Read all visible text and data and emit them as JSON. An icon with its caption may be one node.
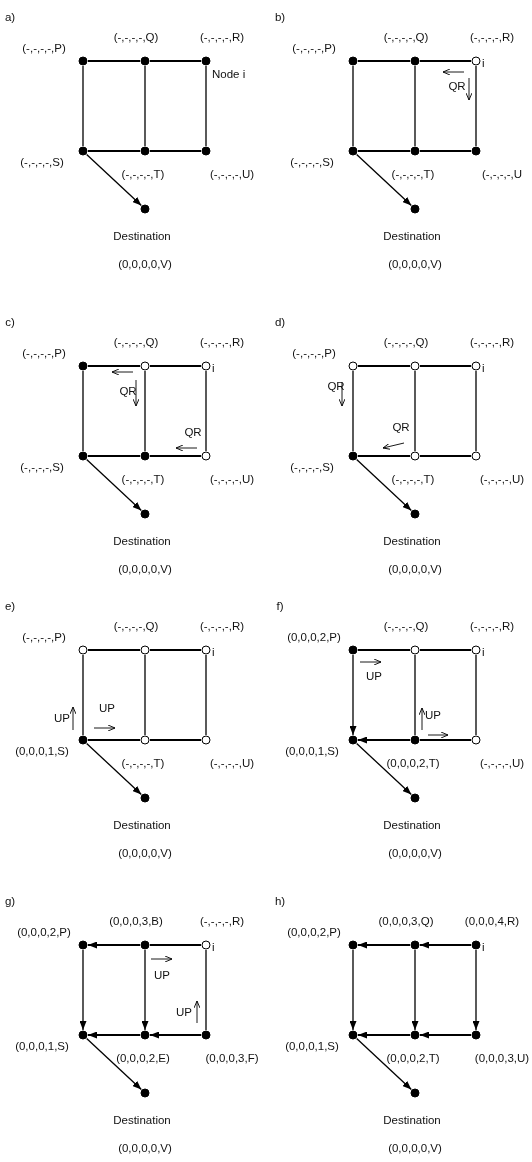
{
  "diagram": {
    "nodes": [
      {
        "text": [],
        "shape": "circle",
        "beside": [
          "(-,-,-,-,P)"
        ]
      },
      {
        "text": [],
        "shape": "circle",
        "beside": [
          "(-,-,-,-,Q)"
        ]
      },
      {
        "text": [],
        "shape": "circle",
        "beside": [
          "(-,-,-,-,R)",
          "Node i"
        ]
      },
      {
        "text": [],
        "shape": "circle",
        "beside": [
          "(-,-,-,-,S)"
        ]
      },
      {
        "text": [],
        "shape": "circle",
        "beside": [
          "(-,-,-,-,T)"
        ]
      },
      {
        "text": [],
        "shape": "circle",
        "beside": [
          "(-,-,-,-,U)"
        ]
      },
      {
        "text": [],
        "shape": "circle",
        "beside": [
          "Destination",
          "(0,0,0,0,V)"
        ]
      },
      {
        "text": [],
        "shape": "circle",
        "beside": [
          "(-,-,-,-,P)"
        ]
      },
      {
        "text": [],
        "shape": "circle",
        "beside": [
          "(-,-,-,-,Q)"
        ]
      },
      {
        "text": [],
        "shape": "circle",
        "beside": [
          "(-,-,-,-,R)",
          "i"
        ]
      },
      {
        "text": [],
        "shape": "circle",
        "beside": [
          "(-,-,-,-,S)"
        ]
      },
      {
        "text": [],
        "shape": "circle",
        "beside": [
          "(-,-,-,-,T)"
        ]
      },
      {
        "text": [],
        "shape": "circle",
        "beside": [
          "(-,-,-,-,U"
        ]
      },
      {
        "text": [],
        "shape": "circle",
        "beside": [
          "Destination",
          "(0,0,0,0,V)"
        ]
      },
      {
        "text": [],
        "shape": "circle",
        "beside": [
          "(-,-,-,-,P)"
        ]
      },
      {
        "text": [],
        "shape": "circle",
        "beside": [
          "(-,-,-,-,Q)"
        ]
      },
      {
        "text": [],
        "shape": "circle",
        "beside": [
          "(-,-,-,-,R)",
          "i"
        ]
      },
      {
        "text": [],
        "shape": "circle",
        "beside": [
          "(-,-,-,-,S)"
        ]
      },
      {
        "text": [],
        "shape": "circle",
        "beside": [
          "(-,-,-,-,T)"
        ]
      },
      {
        "text": [],
        "shape": "circle",
        "beside": [
          "(-,-,-,-,U)"
        ]
      },
      {
        "text": [],
        "shape": "circle",
        "beside": [
          "Destination",
          "(0,0,0,0,V)"
        ]
      },
      {
        "text": [],
        "shape": "circle",
        "beside": [
          "(-,-,-,-,P)"
        ]
      },
      {
        "text": [],
        "shape": "circle",
        "beside": [
          "(-,-,-,-,Q)"
        ]
      },
      {
        "text": [],
        "shape": "circle",
        "beside": [
          "(-,-,-,-,R)",
          "i"
        ]
      },
      {
        "text": [],
        "shape": "circle",
        "beside": [
          "(-,-,-,-,S)"
        ]
      },
      {
        "text": [],
        "shape": "circle",
        "beside": [
          "(-,-,-,-,T)"
        ]
      },
      {
        "text": [],
        "shape": "circle",
        "beside": [
          "(-,-,-,-,U)"
        ]
      },
      {
        "text": [],
        "shape": "circle",
        "beside": [
          "Destination",
          "(0,0,0,0,V)"
        ]
      },
      {
        "text": [],
        "shape": "circle",
        "beside": [
          "(-,-,-,-,P)"
        ]
      },
      {
        "text": [],
        "shape": "circle",
        "beside": [
          "(-,-,-,-,Q)"
        ]
      },
      {
        "text": [],
        "shape": "circle",
        "beside": [
          "(-,-,-,-,R)",
          "i"
        ]
      },
      {
        "text": [],
        "shape": "circle",
        "beside": [
          "(0,0,0,1,S)"
        ]
      },
      {
        "text": [],
        "shape": "circle",
        "beside": [
          "(-,-,-,-,T)"
        ]
      },
      {
        "text": [],
        "shape": "circle",
        "beside": [
          "(-,-,-,-,U)"
        ]
      },
      {
        "text": [],
        "shape": "circle",
        "beside": [
          "Destination",
          "(0,0,0,0,V)"
        ]
      },
      {
        "text": [],
        "shape": "circle",
        "beside": [
          "(0,0,0,2,P)"
        ]
      },
      {
        "text": [],
        "shape": "circle",
        "beside": [
          "(-,-,-,-,Q)"
        ]
      },
      {
        "text": [],
        "shape": "circle",
        "beside": [
          "(-,-,-,-,R)",
          "i"
        ]
      },
      {
        "text": [],
        "shape": "circle",
        "beside": [
          "(0,0,0,1,S)"
        ]
      },
      {
        "text": [],
        "shape": "circle",
        "beside": [
          "(0,0,0,2,T)"
        ]
      },
      {
        "text": [],
        "shape": "circle",
        "beside": [
          "(-,-,-,-,U)"
        ]
      },
      {
        "text": [],
        "shape": "circle",
        "beside": [
          "Destination",
          "(0,0,0,0,V)"
        ]
      },
      {
        "text": [],
        "shape": "circle",
        "beside": [
          "(0,0,0,2,P)"
        ]
      },
      {
        "text": [],
        "shape": "circle",
        "beside": [
          "(0,0,0,3,B)"
        ]
      },
      {
        "text": [],
        "shape": "circle",
        "beside": [
          "(-,-,-,-,R)",
          "i"
        ]
      },
      {
        "text": [],
        "shape": "circle",
        "beside": [
          "(0,0,0,1,S)"
        ]
      },
      {
        "text": [],
        "shape": "circle",
        "beside": [
          "(0,0,0,2,E)"
        ]
      },
      {
        "text": [],
        "shape": "circle",
        "beside": [
          "(0,0,0,3,F)"
        ]
      },
      {
        "text": [],
        "shape": "circle",
        "beside": [
          "Destination",
          "(0,0,0,0,V)"
        ]
      },
      {
        "text": [],
        "shape": "circle",
        "beside": [
          "(0,0,0,2,P)"
        ]
      },
      {
        "text": [],
        "shape": "circle",
        "beside": [
          "(0,0,0,3,Q)"
        ]
      },
      {
        "text": [],
        "shape": "circle",
        "beside": [
          "(0,0,0,4,R)",
          "i"
        ]
      },
      {
        "text": [],
        "shape": "circle",
        "beside": [
          "(0,0,0,1,S)"
        ]
      },
      {
        "text": [],
        "shape": "circle",
        "beside": [
          "(0,0,0,2,T)"
        ]
      },
      {
        "text": [],
        "shape": "circle",
        "beside": [
          "(0,0,0,3,U)"
        ]
      },
      {
        "text": [],
        "shape": "circle",
        "beside": [
          "Destination",
          "(0,0,0,0,V)"
        ]
      }
    ],
    "edges": [
      {
        "from": 0,
        "to": 1,
        "arrow": "none"
      },
      {
        "from": 1,
        "to": 2,
        "arrow": "none"
      },
      {
        "from": 0,
        "to": 3,
        "arrow": "none"
      },
      {
        "from": 1,
        "to": 4,
        "arrow": "none"
      },
      {
        "from": 2,
        "to": 5,
        "arrow": "none"
      },
      {
        "from": 3,
        "to": 4,
        "arrow": "none"
      },
      {
        "from": 4,
        "to": 5,
        "arrow": "none"
      },
      {
        "from": 3,
        "to": 6,
        "arrow": "to"
      },
      {
        "from": 7,
        "to": 8,
        "arrow": "none"
      },
      {
        "from": 8,
        "to": 9,
        "arrow": "none"
      },
      {
        "from": 7,
        "to": 10,
        "arrow": "none"
      },
      {
        "from": 8,
        "to": 11,
        "arrow": "none"
      },
      {
        "from": 9,
        "to": 12,
        "arrow": "none"
      },
      {
        "from": 10,
        "to": 11,
        "arrow": "none"
      },
      {
        "from": 11,
        "to": 12,
        "arrow": "none"
      },
      {
        "from": 10,
        "to": 13,
        "arrow": "to"
      },
      {
        "from": 14,
        "to": 15,
        "arrow": "none"
      },
      {
        "from": 15,
        "to": 16,
        "arrow": "none"
      },
      {
        "from": 14,
        "to": 17,
        "arrow": "none"
      },
      {
        "from": 15,
        "to": 18,
        "arrow": "none"
      },
      {
        "from": 16,
        "to": 19,
        "arrow": "none"
      },
      {
        "from": 17,
        "to": 18,
        "arrow": "none"
      },
      {
        "from": 18,
        "to": 19,
        "arrow": "none"
      },
      {
        "from": 17,
        "to": 20,
        "arrow": "to"
      },
      {
        "from": 21,
        "to": 22,
        "arrow": "none"
      },
      {
        "from": 22,
        "to": 23,
        "arrow": "none"
      },
      {
        "from": 21,
        "to": 24,
        "arrow": "none"
      },
      {
        "from": 22,
        "to": 25,
        "arrow": "none"
      },
      {
        "from": 23,
        "to": 26,
        "arrow": "none"
      },
      {
        "from": 24,
        "to": 25,
        "arrow": "none"
      },
      {
        "from": 25,
        "to": 26,
        "arrow": "none"
      },
      {
        "from": 24,
        "to": 27,
        "arrow": "to"
      },
      {
        "from": 28,
        "to": 29,
        "arrow": "none"
      },
      {
        "from": 29,
        "to": 30,
        "arrow": "none"
      },
      {
        "from": 28,
        "to": 31,
        "arrow": "none"
      },
      {
        "from": 29,
        "to": 32,
        "arrow": "none"
      },
      {
        "from": 30,
        "to": 33,
        "arrow": "none"
      },
      {
        "from": 31,
        "to": 32,
        "arrow": "none"
      },
      {
        "from": 32,
        "to": 33,
        "arrow": "none"
      },
      {
        "from": 31,
        "to": 34,
        "arrow": "to"
      },
      {
        "from": 35,
        "to": 36,
        "arrow": "none"
      },
      {
        "from": 36,
        "to": 37,
        "arrow": "none"
      },
      {
        "from": 35,
        "to": 38,
        "arrow": "to"
      },
      {
        "from": 36,
        "to": 39,
        "arrow": "none"
      },
      {
        "from": 37,
        "to": 40,
        "arrow": "none"
      },
      {
        "from": 39,
        "to": 38,
        "arrow": "to"
      },
      {
        "from": 39,
        "to": 40,
        "arrow": "none"
      },
      {
        "from": 38,
        "to": 41,
        "arrow": "to"
      },
      {
        "from": 43,
        "to": 42,
        "arrow": "to"
      },
      {
        "from": 43,
        "to": 44,
        "arrow": "none"
      },
      {
        "from": 42,
        "to": 45,
        "arrow": "to"
      },
      {
        "from": 43,
        "to": 46,
        "arrow": "to"
      },
      {
        "from": 44,
        "to": 47,
        "arrow": "none"
      },
      {
        "from": 46,
        "to": 45,
        "arrow": "to"
      },
      {
        "from": 47,
        "to": 46,
        "arrow": "to"
      },
      {
        "from": 45,
        "to": 48,
        "arrow": "to"
      },
      {
        "from": 50,
        "to": 49,
        "arrow": "to"
      },
      {
        "from": 51,
        "to": 50,
        "arrow": "to"
      },
      {
        "from": 49,
        "to": 52,
        "arrow": "to"
      },
      {
        "from": 50,
        "to": 53,
        "arrow": "to"
      },
      {
        "from": 51,
        "to": 54,
        "arrow": "to"
      },
      {
        "from": 53,
        "to": 52,
        "arrow": "to"
      },
      {
        "from": 54,
        "to": 53,
        "arrow": "to"
      },
      {
        "from": 52,
        "to": 55,
        "arrow": "to"
      }
    ],
    "labels": [
      "a)",
      "b)",
      "QR",
      "c)",
      "QR",
      "QR",
      "d)",
      "QR",
      "QR",
      "e)",
      "UP",
      "UP",
      "f)",
      "UP",
      "UP",
      "g)",
      "UP",
      "UP",
      "h)"
    ]
  }
}
